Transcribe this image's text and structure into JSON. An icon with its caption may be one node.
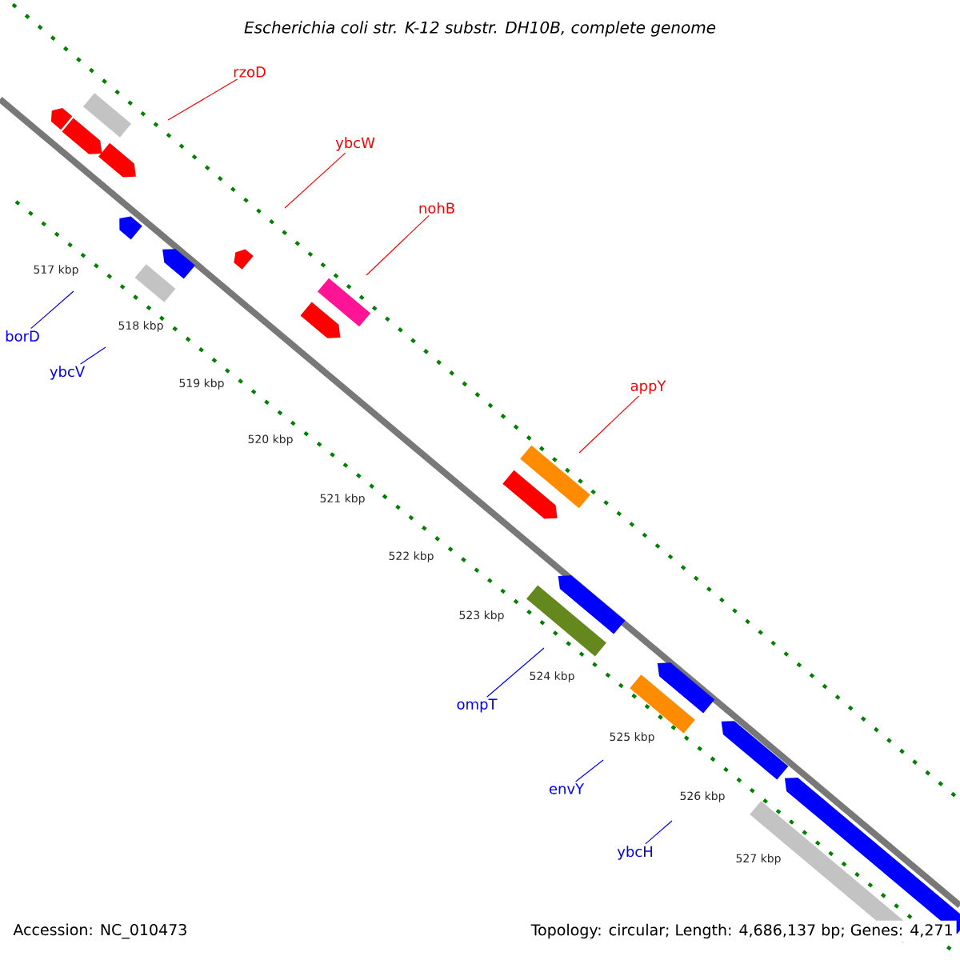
{
  "diagram": {
    "title": "Escherichia coli str. K-12 substr. DH10B, complete genome",
    "nodes": [
      {
        "text": [
          "rzoD"
        ]
      },
      {
        "text": [
          "ybcW"
        ]
      },
      {
        "text": [
          "nohB"
        ]
      },
      {
        "text": [
          "appY"
        ]
      },
      {
        "text": [
          "borD"
        ]
      },
      {
        "text": [
          "ybcV"
        ]
      },
      {
        "text": [
          "ompT"
        ]
      },
      {
        "text": [
          "envY"
        ]
      },
      {
        "text": [
          "ybcH"
        ]
      }
    ],
    "edges": [
      {
        "from": 0,
        "to": null,
        "arrow": "none",
        "color": "#ff0000"
      },
      {
        "from": 1,
        "to": null,
        "arrow": "none",
        "color": "#ff0000"
      },
      {
        "from": 2,
        "to": null,
        "arrow": "none",
        "color": "#ff0000"
      },
      {
        "from": 3,
        "to": null,
        "arrow": "none",
        "color": "#ff0000"
      },
      {
        "from": 4,
        "to": null,
        "arrow": "none"
      },
      {
        "from": 5,
        "to": null,
        "arrow": "none"
      },
      {
        "from": 6,
        "to": null,
        "arrow": "none"
      },
      {
        "from": 7,
        "to": null,
        "arrow": "none"
      },
      {
        "from": 8,
        "to": null,
        "arrow": "none"
      }
    ],
    "labels": [
      "517 kbp",
      "518 kbp",
      "519 kbp",
      "520 kbp",
      "521 kbp",
      "522 kbp",
      "523 kbp",
      "524 kbp",
      "525 kbp",
      "526 kbp",
      "527 kbp",
      "Accession: NC_010473",
      "Topology: circular; Length: 4,686,137 bp; Genes: 4,271"
    ]
  }
}
